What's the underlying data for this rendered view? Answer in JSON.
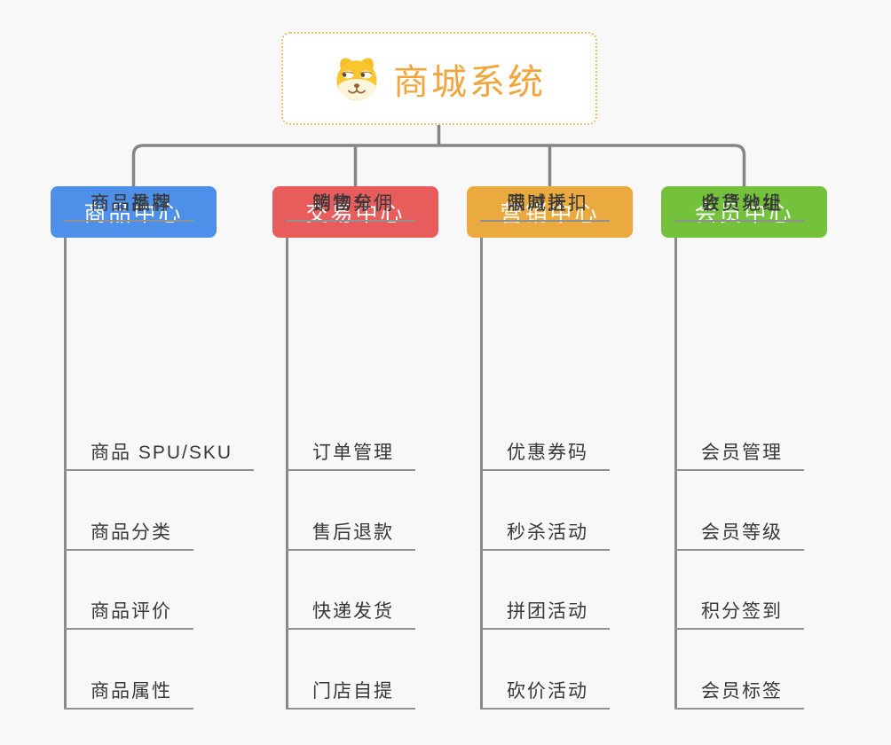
{
  "root": {
    "title": "商城系统",
    "icon": "shiba-dog-icon",
    "border_color": "#F0BE6F",
    "title_color": "#F0A63D"
  },
  "connector_color": "#858585",
  "background_color": "#F8F8F8",
  "branches": [
    {
      "label": "商品中心",
      "color": "#4E90E9",
      "items": [
        "商品 SPU/SKU",
        "商品分类",
        "商品评价",
        "商品属性",
        "商品推荐",
        "商品品牌"
      ]
    },
    {
      "label": "交易中心",
      "color": "#E85D5B",
      "items": [
        "订单管理",
        "售后退款",
        "快递发货",
        "门店自提",
        "购物车",
        "销售分佣"
      ]
    },
    {
      "label": "营销中心",
      "color": "#EBAA3F",
      "items": [
        "优惠券码",
        "秒杀活动",
        "拼团活动",
        "砍价活动",
        "限时折扣",
        "满减送"
      ]
    },
    {
      "label": "会员中心",
      "color": "#74C23C",
      "items": [
        "会员管理",
        "会员等级",
        "积分签到",
        "会员标签",
        "会员分组",
        "收货地址"
      ]
    }
  ]
}
